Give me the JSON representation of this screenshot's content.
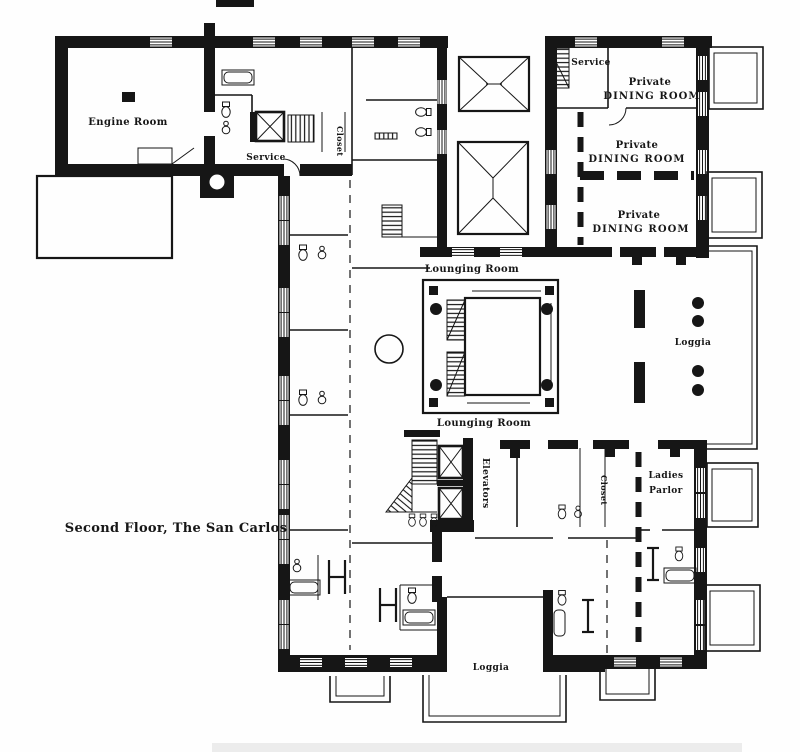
{
  "meta": {
    "title": "Second Floor, The San Carlos",
    "type": "architectural floor plan (scan)"
  },
  "theme": {
    "paper": "#fefefe",
    "ink": "#161616",
    "scan": "#dcdcdc"
  },
  "caption": "Second Floor, The San Carlos",
  "labels": {
    "engine_room": "Engine Room",
    "service_left": "Service",
    "closet_left": "Closet",
    "service_right": "Service",
    "lounging_room_top": "Lounging Room",
    "lounging_room_bottom": "Lounging Room",
    "loggia_right": "Loggia",
    "loggia_bottom": "Loggia",
    "ladies_parlor_line1": "Ladies",
    "ladies_parlor_line2": "Parlor",
    "closet_right": "Closet",
    "elevators": "Elevators"
  },
  "private_dining_rooms": [
    {
      "line1": "Private",
      "line2": "DINING ROOM"
    },
    {
      "line1": "Private",
      "line2": "DINING ROOM"
    },
    {
      "line1": "Private",
      "line2": "DINING ROOM"
    }
  ],
  "symbols": {
    "elevator_shaft": "crossed-box-icon",
    "dumbwaiter": "crossed-box-icon",
    "skylight": "envelope-rect-icon",
    "column": "filled-dot-icon",
    "stairs": "hatched-flight-icon"
  }
}
